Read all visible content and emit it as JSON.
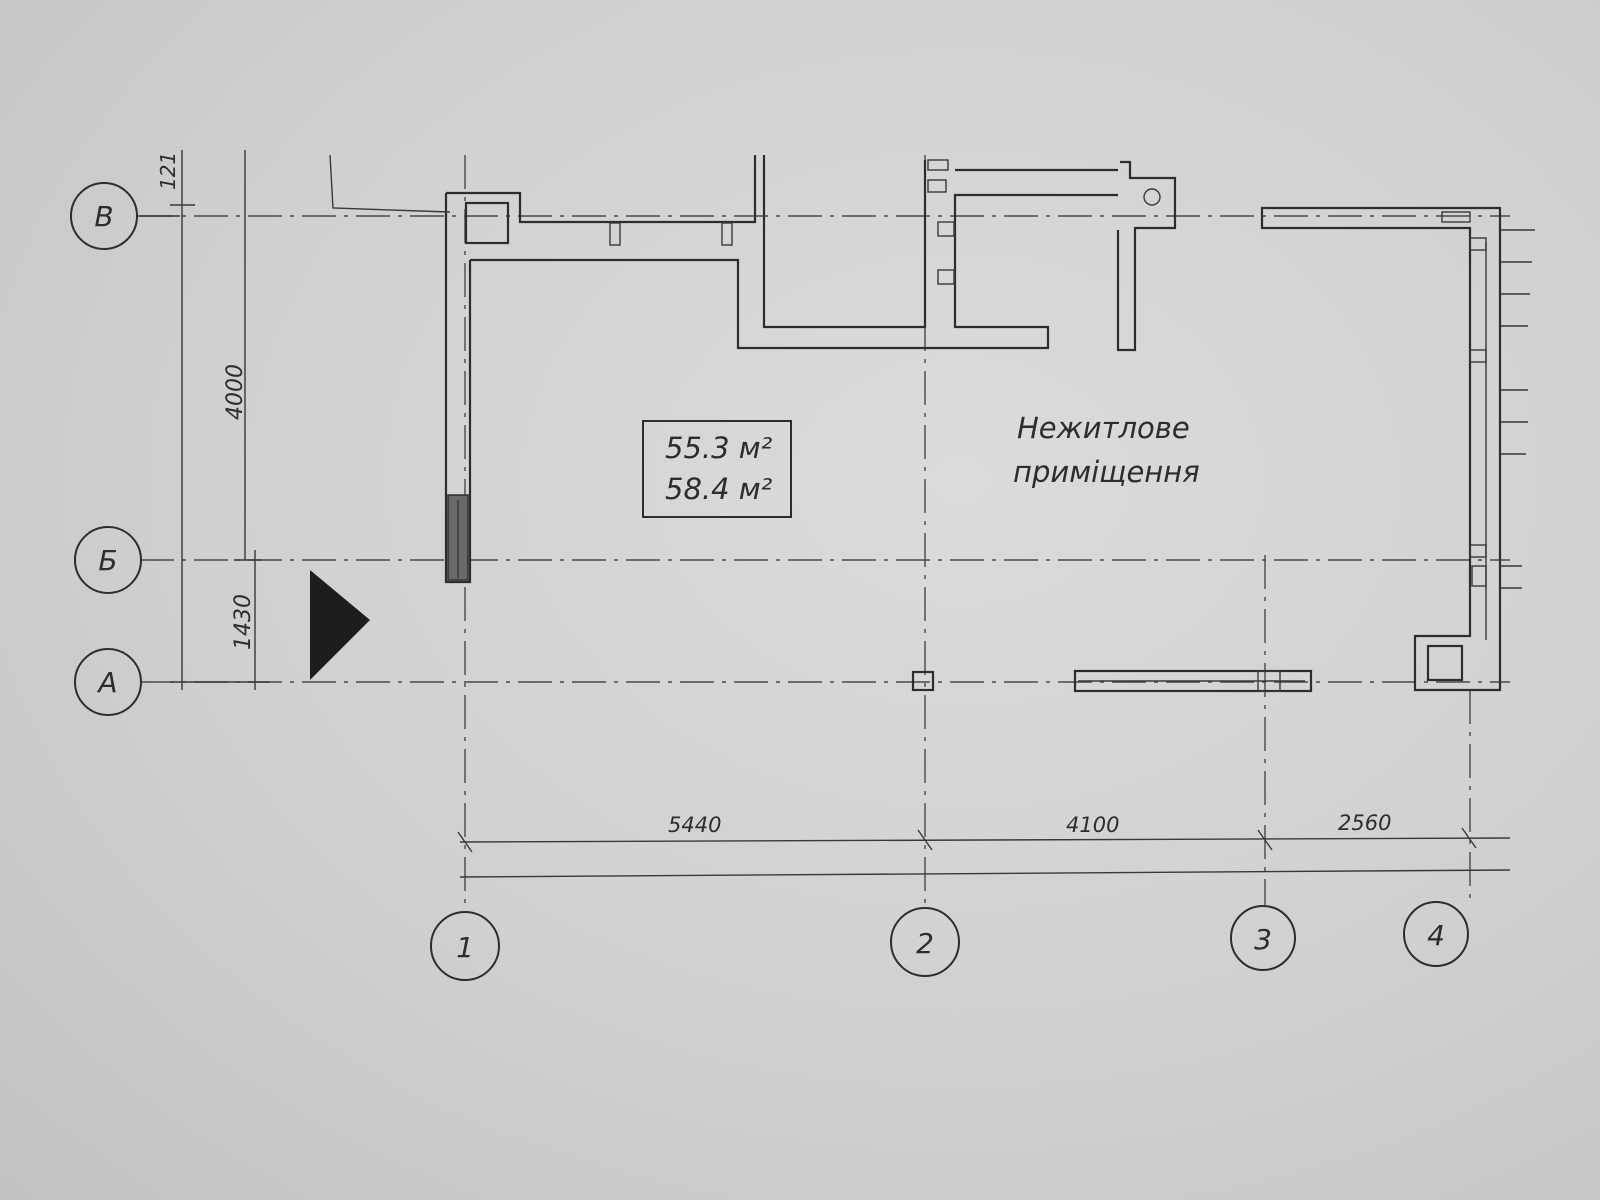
{
  "plan": {
    "room_label_line1": "Нежитлове",
    "room_label_line2": "приміщення",
    "area_box": {
      "line1": "55.3 м²",
      "line2": "58.4 м²"
    },
    "row_axes": [
      "В",
      "Б",
      "А"
    ],
    "column_axes": [
      "1",
      "2",
      "3",
      "4"
    ],
    "dimensions_vertical": [
      "121",
      "4000",
      "1430"
    ],
    "dimensions_horizontal": [
      "5440",
      "4100",
      "2560"
    ]
  }
}
